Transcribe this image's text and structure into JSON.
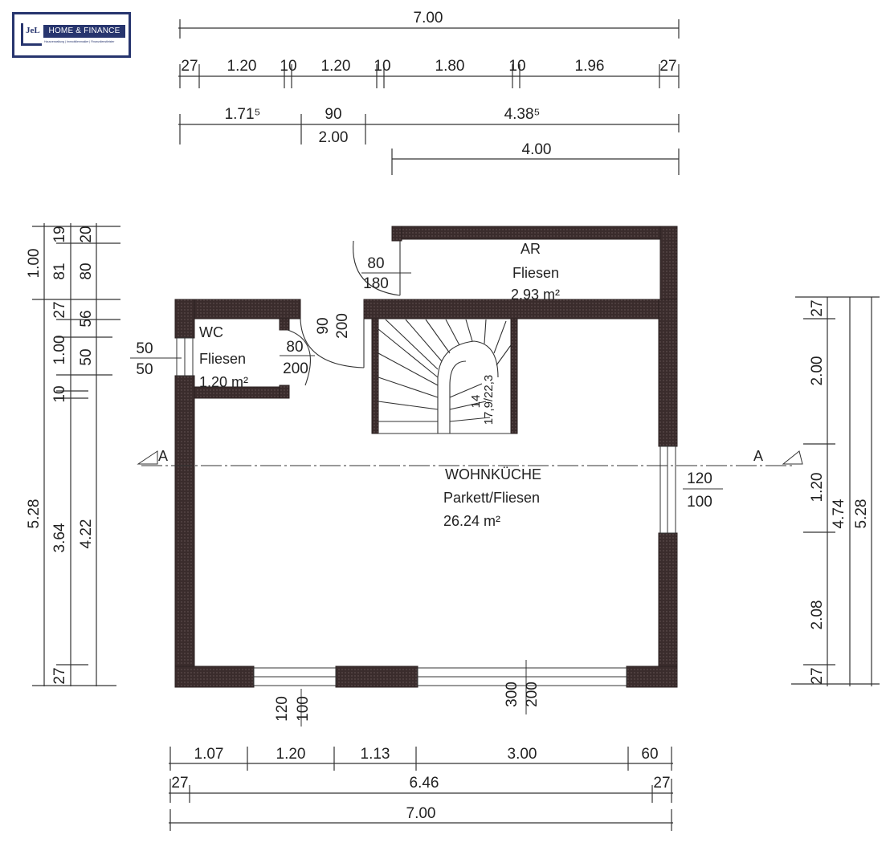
{
  "logo": {
    "mark": "JeL",
    "name": "HOME & FINANCE",
    "tagline": "Hausverwaltung | Immobilienmakler | Finanzdienstleister"
  },
  "rooms": {
    "ar": {
      "name": "AR",
      "floor": "Fliesen",
      "area": "2.93 m²"
    },
    "wc": {
      "name": "WC",
      "floor": "Fliesen",
      "area": "1.20 m²"
    },
    "main": {
      "name": "WOHNKÜCHE",
      "floor": "Parkett/Fliesen",
      "area": "26.24 m²"
    }
  },
  "openings": {
    "ar_door": [
      "80",
      "180"
    ],
    "main_door": [
      "90",
      "200"
    ],
    "wc_door": [
      "80",
      "200"
    ],
    "wc_window": [
      "50",
      "50"
    ],
    "east_window": [
      "120",
      "100"
    ],
    "south_window": [
      "120",
      "100"
    ],
    "south_door": [
      "300",
      "200"
    ]
  },
  "stair": {
    "height": "14",
    "step": "17,9/22,3"
  },
  "section": {
    "label": "A"
  },
  "dims": {
    "top_total": "7.00",
    "top_detail": [
      "27",
      "1.20",
      "10",
      "1.20",
      "10",
      "1.80",
      "10",
      "1.96",
      "27"
    ],
    "top_row3": [
      "1.71⁵",
      "90",
      "4.38⁵"
    ],
    "top_row3_sub": "2.00",
    "top_row4": "4.00",
    "left_outer": [
      "1.00",
      "5.28"
    ],
    "left_mid": [
      "19",
      "81",
      "27",
      "1.00",
      "10",
      "3.64",
      "27"
    ],
    "left_inner": [
      "20",
      "80",
      "56",
      "50",
      "4.22"
    ],
    "right_inner": [
      "27",
      "2.00",
      "1.20",
      "2.08",
      "27"
    ],
    "right_mid": "4.74",
    "right_outer": "5.28",
    "bottom_row1": [
      "1.07",
      "1.20",
      "1.13",
      "3.00",
      "60"
    ],
    "bottom_row2": [
      "27",
      "6.46",
      "27"
    ],
    "bottom_total": "7.00"
  }
}
